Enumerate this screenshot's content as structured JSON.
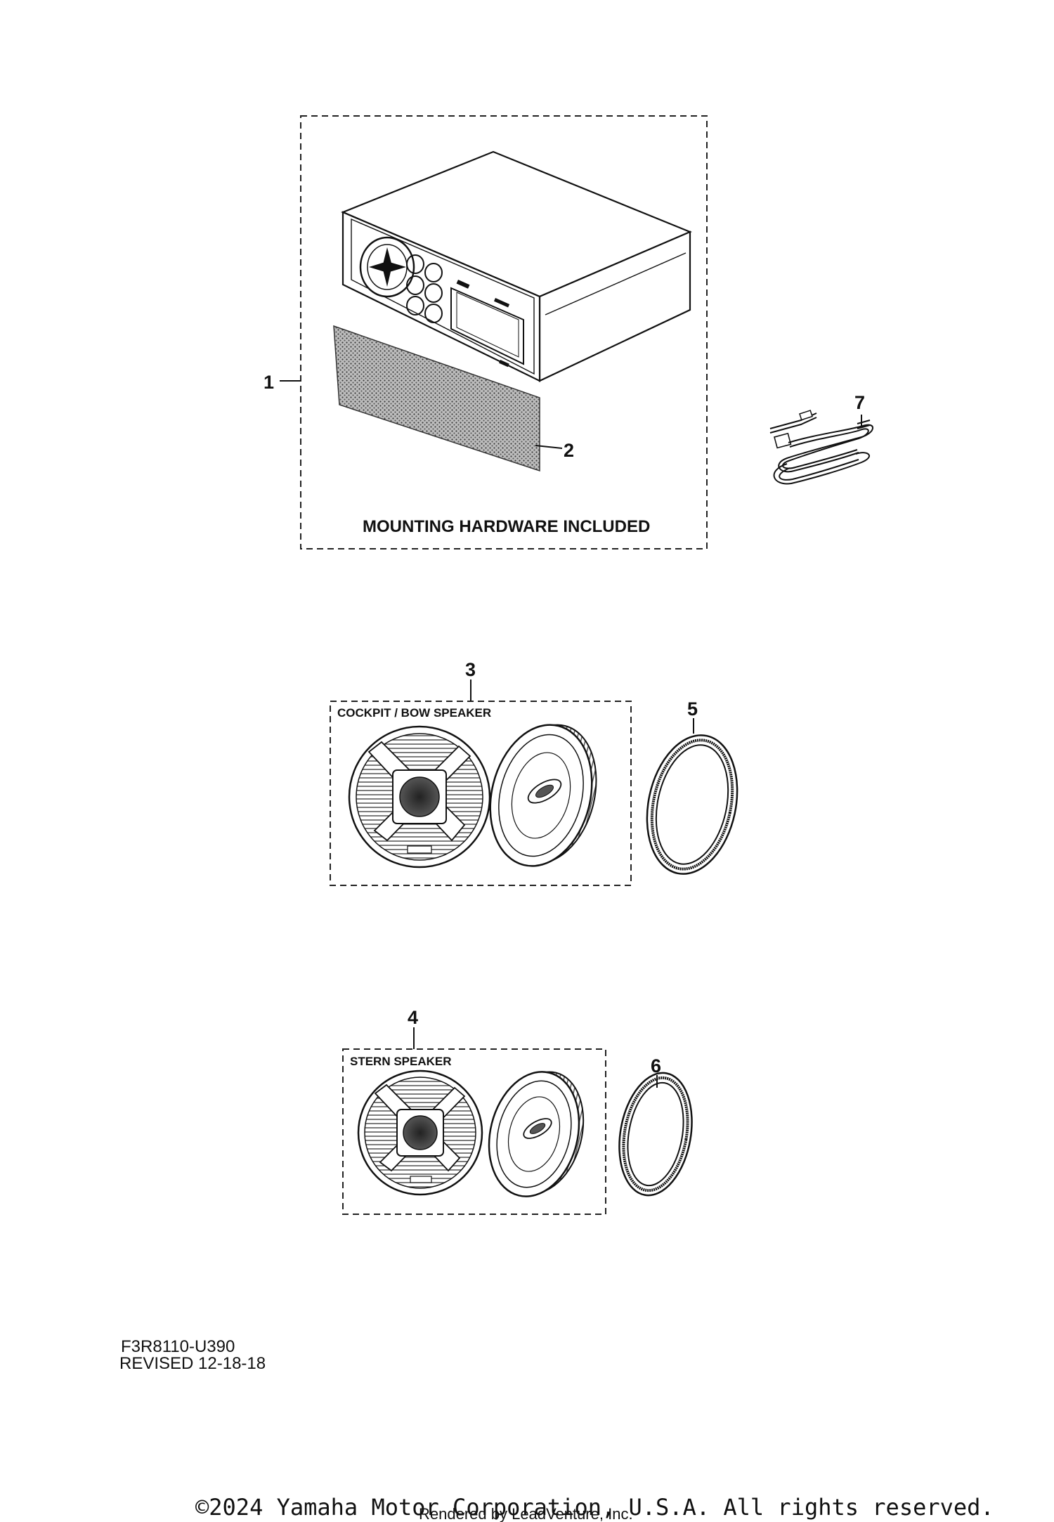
{
  "callouts": {
    "c1": "1",
    "c2": "2",
    "c3": "3",
    "c4": "4",
    "c5": "5",
    "c6": "6",
    "c7": "7"
  },
  "groups": {
    "receiver_kit_note": "MOUNTING HARDWARE INCLUDED",
    "cockpit_speaker_label": "COCKPIT / BOW SPEAKER",
    "stern_speaker_label": "STERN SPEAKER"
  },
  "drawing": {
    "code": "F3R8110-U390",
    "revised": "REVISED 12-18-18"
  },
  "footer": {
    "copyright": "©2024 Yamaha Motor Corporation, U.S.A. All rights reserved.",
    "rendered_by": "Rendered by LeadVenture, Inc."
  },
  "icons": [
    "stereo-receiver-icon",
    "mesh-cover-icon",
    "speaker-grille-icon",
    "speaker-driver-icon",
    "gasket-ring-icon",
    "wire-harness-icon"
  ],
  "colors": {
    "line": "#111111",
    "background": "#ffffff"
  }
}
